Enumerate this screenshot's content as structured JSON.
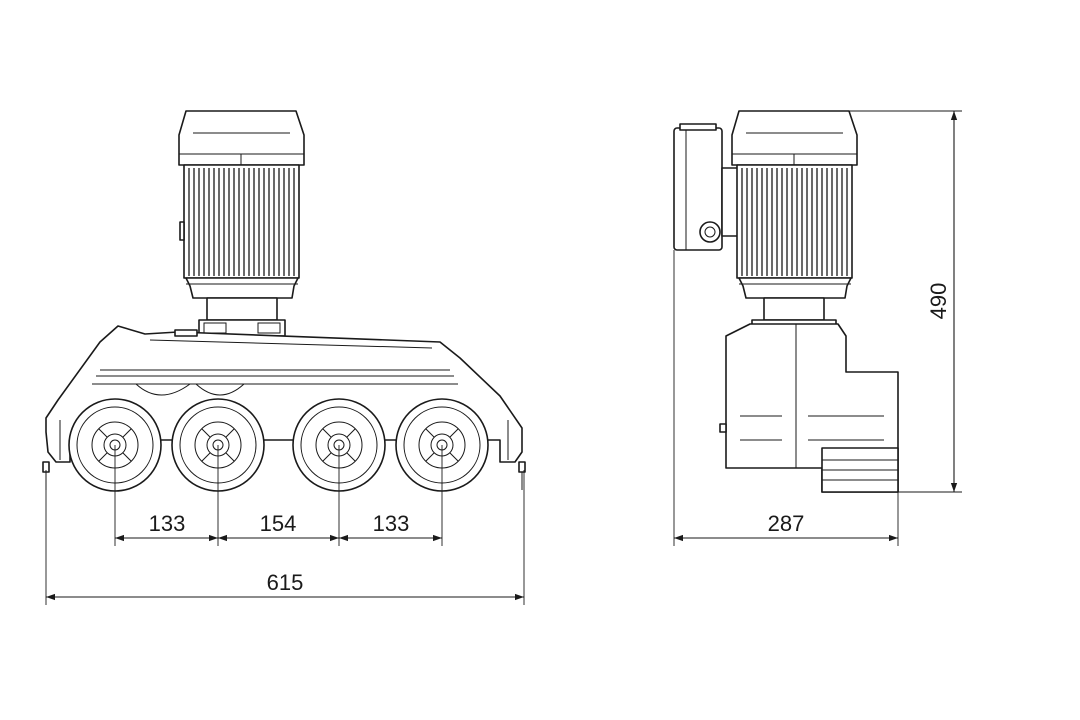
{
  "dimensions": {
    "pitch_1": "133",
    "pitch_2": "154",
    "pitch_3": "133",
    "overall_width": "615",
    "side_depth": "287",
    "overall_height": "490"
  },
  "colors": {
    "line": "#1a1a1a",
    "background": "#ffffff"
  }
}
